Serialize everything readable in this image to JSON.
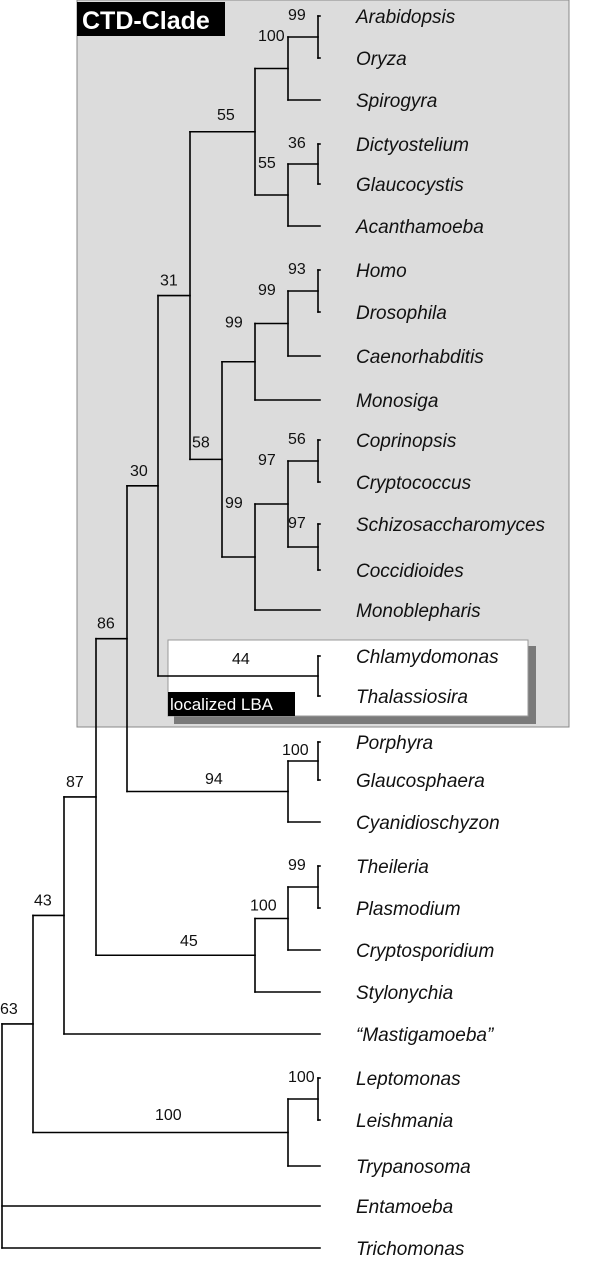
{
  "highlights": {
    "clade_label": "CTD-Clade",
    "lba_label": "localized LBA",
    "clade_fill": "#dcdcdc",
    "label_fill": "#000000"
  },
  "taxa": [
    {
      "id": "arabidopsis",
      "label": "Arabidopsis"
    },
    {
      "id": "oryza",
      "label": "Oryza"
    },
    {
      "id": "spirogyra",
      "label": "Spirogyra"
    },
    {
      "id": "dictyostelium",
      "label": "Dictyostelium"
    },
    {
      "id": "glaucocystis",
      "label": "Glaucocystis"
    },
    {
      "id": "acanthamoeba",
      "label": "Acanthamoeba"
    },
    {
      "id": "homo",
      "label": "Homo"
    },
    {
      "id": "drosophila",
      "label": "Drosophila"
    },
    {
      "id": "caenorhabditis",
      "label": "Caenorhabditis"
    },
    {
      "id": "monosiga",
      "label": "Monosiga"
    },
    {
      "id": "coprinopsis",
      "label": "Coprinopsis"
    },
    {
      "id": "cryptococcus",
      "label": "Cryptococcus"
    },
    {
      "id": "schizosaccharomyces",
      "label": "Schizosaccharomyces"
    },
    {
      "id": "coccidioides",
      "label": "Coccidioides"
    },
    {
      "id": "monoblepharis",
      "label": "Monoblepharis"
    },
    {
      "id": "chlamydomonas",
      "label": "Chlamydomonas"
    },
    {
      "id": "thalassiosira",
      "label": "Thalassiosira"
    },
    {
      "id": "porphyra",
      "label": "Porphyra"
    },
    {
      "id": "glaucosphaera",
      "label": "Glaucosphaera"
    },
    {
      "id": "cyanidioschyzon",
      "label": "Cyanidioschyzon"
    },
    {
      "id": "theileria",
      "label": "Theileria"
    },
    {
      "id": "plasmodium",
      "label": "Plasmodium"
    },
    {
      "id": "cryptosporidium",
      "label": "Cryptosporidium"
    },
    {
      "id": "stylonychia",
      "label": "Stylonychia"
    },
    {
      "id": "mastigamoeba",
      "label": "“Mastigamoeba”"
    },
    {
      "id": "leptomonas",
      "label": "Leptomonas"
    },
    {
      "id": "leishmania",
      "label": "Leishmania"
    },
    {
      "id": "trypanosoma",
      "label": "Trypanosoma"
    },
    {
      "id": "entamoeba",
      "label": "Entamoeba"
    },
    {
      "id": "trichomonas",
      "label": "Trichomonas"
    }
  ],
  "nodes": [
    {
      "id": "n_arab_oryza",
      "children": [
        "arabidopsis",
        "oryza"
      ],
      "support": "99"
    },
    {
      "id": "n_plants",
      "children": [
        "n_arab_oryza",
        "spirogyra"
      ],
      "support": "100"
    },
    {
      "id": "n_dict_glauco",
      "children": [
        "dictyostelium",
        "glaucocystis"
      ],
      "support": "36"
    },
    {
      "id": "n_amoebo",
      "children": [
        "n_dict_glauco",
        "acanthamoeba"
      ],
      "support": "55"
    },
    {
      "id": "n_plant_amoebo",
      "children": [
        "n_plants",
        "n_amoebo"
      ],
      "support": "55"
    },
    {
      "id": "n_homo_dros",
      "children": [
        "homo",
        "drosophila"
      ],
      "support": "93"
    },
    {
      "id": "n_animals3",
      "children": [
        "n_homo_dros",
        "caenorhabditis"
      ],
      "support": "99"
    },
    {
      "id": "n_holozoa",
      "children": [
        "n_animals3",
        "monosiga"
      ],
      "support": "99"
    },
    {
      "id": "n_copr_crypt",
      "children": [
        "coprinopsis",
        "cryptococcus"
      ],
      "support": "56"
    },
    {
      "id": "n_schiz_cocc",
      "children": [
        "schizosaccharomyces",
        "coccidioides"
      ],
      "support": "97"
    },
    {
      "id": "n_dikarya",
      "children": [
        "n_copr_crypt",
        "n_schiz_cocc"
      ],
      "support": "97"
    },
    {
      "id": "n_fungi",
      "children": [
        "n_dikarya",
        "monoblepharis"
      ],
      "support": "99"
    },
    {
      "id": "n_opisth",
      "children": [
        "n_holozoa",
        "n_fungi"
      ],
      "support": "58"
    },
    {
      "id": "n_ctd_core",
      "children": [
        "n_plant_amoebo",
        "n_opisth"
      ],
      "support": "31"
    },
    {
      "id": "n_lba",
      "children": [
        "chlamydomonas",
        "thalassiosira"
      ],
      "support": "44"
    },
    {
      "id": "n_ctd",
      "children": [
        "n_ctd_core",
        "n_lba"
      ],
      "support": "30"
    },
    {
      "id": "n_porph_glauco",
      "children": [
        "porphyra",
        "glaucosphaera"
      ],
      "support": "100"
    },
    {
      "id": "n_reds",
      "children": [
        "n_porph_glauco",
        "cyanidioschyzon"
      ],
      "support": "94"
    },
    {
      "id": "n_ctd_reds",
      "children": [
        "n_ctd",
        "n_reds"
      ],
      "support": "86"
    },
    {
      "id": "n_theil_plasm",
      "children": [
        "theileria",
        "plasmodium"
      ],
      "support": "99"
    },
    {
      "id": "n_apicomp",
      "children": [
        "n_theil_plasm",
        "cryptosporidium"
      ],
      "support": "100"
    },
    {
      "id": "n_alveol",
      "children": [
        "n_apicomp",
        "stylonychia"
      ],
      "support": "45"
    },
    {
      "id": "n_g87",
      "children": [
        "n_ctd_reds",
        "n_alveol"
      ],
      "support": "87"
    },
    {
      "id": "n_g43",
      "children": [
        "n_g87",
        "mastigamoeba"
      ],
      "support": "43"
    },
    {
      "id": "n_lept_leish",
      "children": [
        "leptomonas",
        "leishmania"
      ],
      "support": "100"
    },
    {
      "id": "n_kineto",
      "children": [
        "n_lept_leish",
        "trypanosoma"
      ],
      "support": "100"
    },
    {
      "id": "n_g63",
      "children": [
        "n_g43",
        "n_kineto"
      ],
      "support": "63"
    },
    {
      "id": "n_root",
      "children": [
        "n_g63",
        "entamoeba",
        "trichomonas"
      ],
      "support": ""
    }
  ]
}
